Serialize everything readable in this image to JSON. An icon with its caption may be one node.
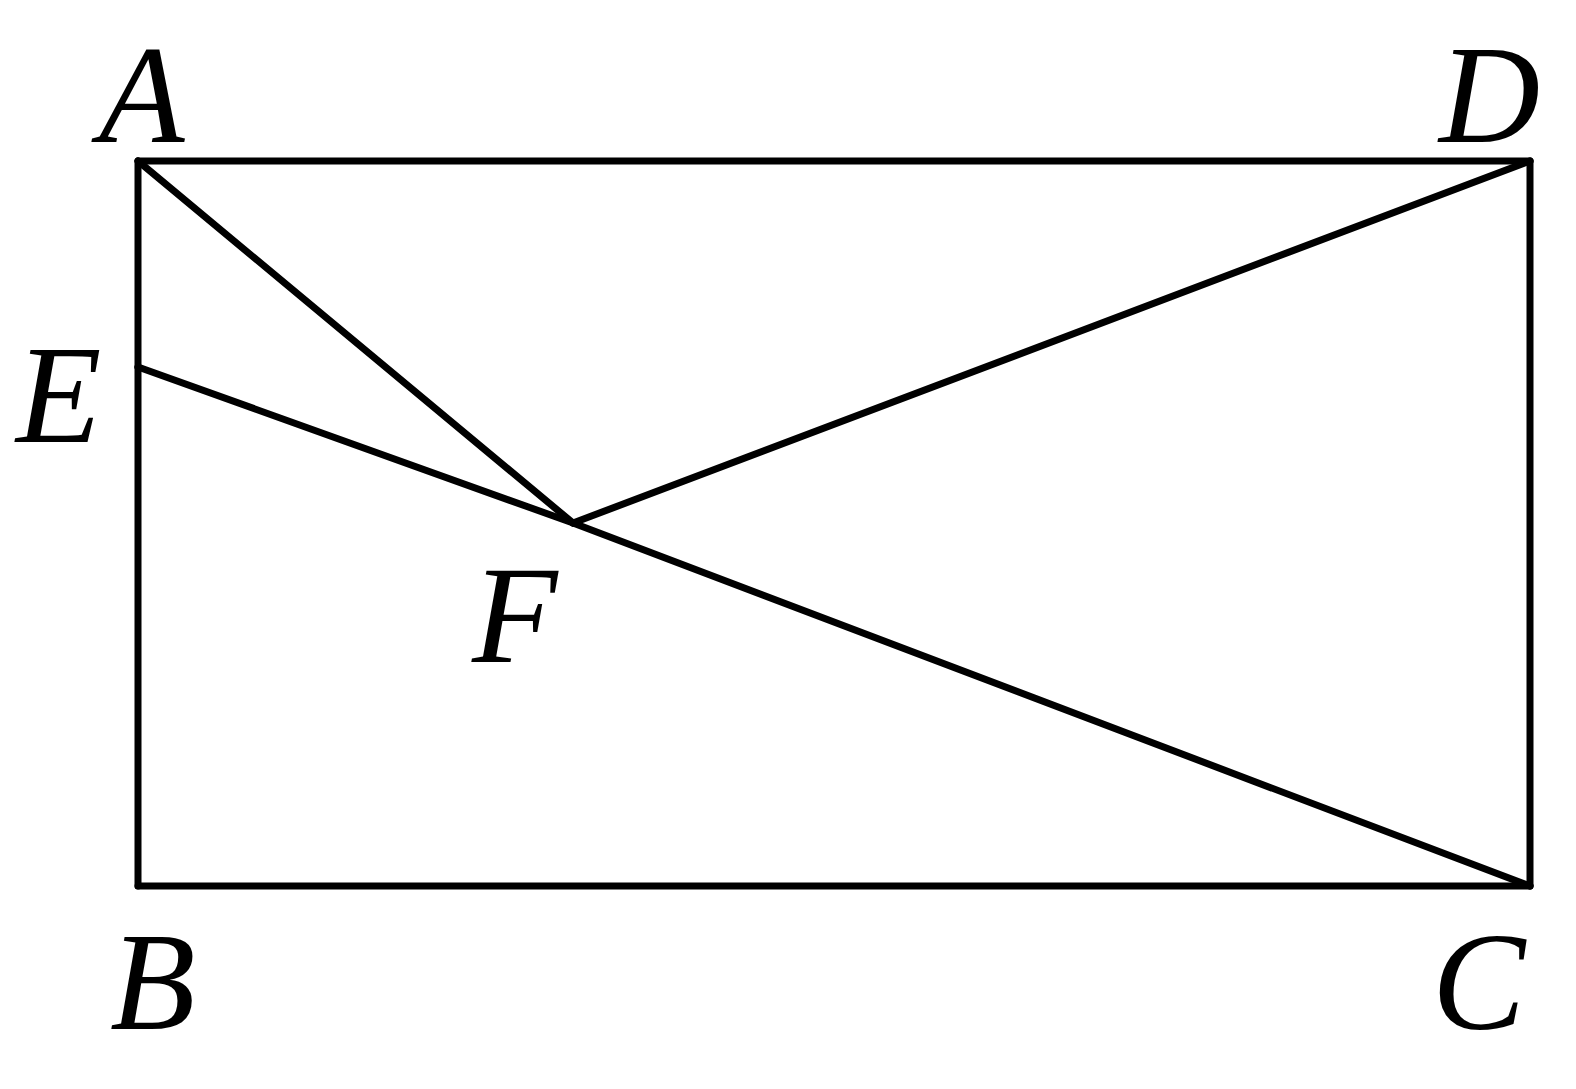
{
  "diagram": {
    "nodes": [
      {
        "text": [
          "A"
        ]
      },
      {
        "text": [
          "D"
        ]
      },
      {
        "text": [
          "E"
        ]
      },
      {
        "text": [
          "F"
        ]
      },
      {
        "text": [
          "B"
        ]
      },
      {
        "text": [
          "C"
        ]
      }
    ],
    "edges": [
      {
        "from": 0,
        "to": 1,
        "arrow": "none"
      },
      {
        "from": 1,
        "to": 5,
        "arrow": "none"
      },
      {
        "from": 5,
        "to": 4,
        "arrow": "none"
      },
      {
        "from": 4,
        "to": 2,
        "arrow": "none"
      },
      {
        "from": 2,
        "to": 0,
        "arrow": "none"
      },
      {
        "from": 0,
        "to": 3,
        "arrow": "none"
      },
      {
        "from": 3,
        "to": 1,
        "arrow": "none"
      },
      {
        "from": 2,
        "to": 3,
        "arrow": "none"
      },
      {
        "from": 3,
        "to": 5,
        "arrow": "none"
      }
    ]
  }
}
